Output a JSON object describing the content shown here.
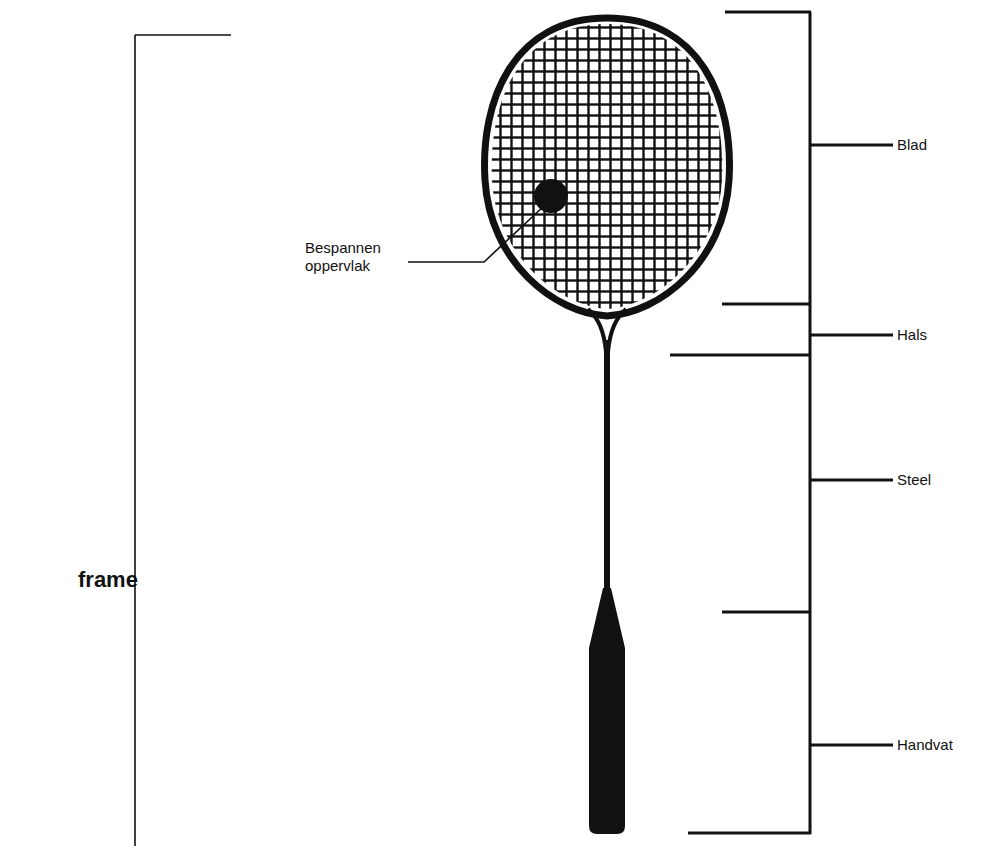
{
  "diagram": {
    "labels": [
      "Blad",
      "Bespannen oppervlak",
      "Hals",
      "Steel",
      "frame",
      "Handvat"
    ]
  }
}
